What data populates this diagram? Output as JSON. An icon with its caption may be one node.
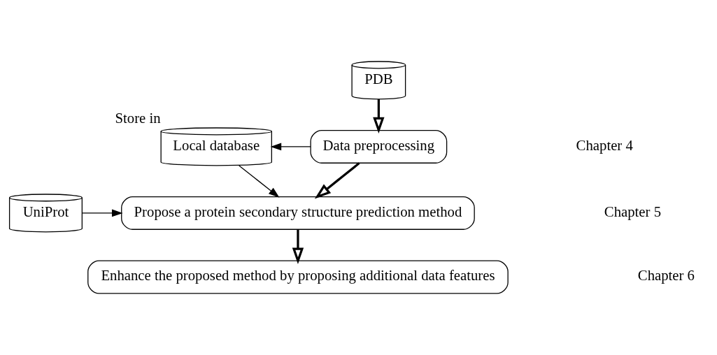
{
  "diagram": {
    "nodes": [
      {
        "text": [
          "PDB"
        ]
      },
      {
        "text": [
          "Local database"
        ],
        "beside": [
          "Store in"
        ]
      },
      {
        "text": [
          "Data preprocessing"
        ]
      },
      {
        "text": [
          "Propose a protein secondary structure prediction method"
        ]
      },
      {
        "text": [
          "UniProt"
        ]
      },
      {
        "text": [
          "Enhance the proposed method by proposing additional data features"
        ]
      }
    ],
    "edges": [
      {
        "from": 0,
        "to": 2,
        "arrow": "to",
        "style": "thick"
      },
      {
        "from": 2,
        "to": 1,
        "arrow": "to"
      },
      {
        "from": 2,
        "to": 3,
        "arrow": "to",
        "style": "thick"
      },
      {
        "from": 1,
        "to": 3,
        "arrow": "to"
      },
      {
        "from": 4,
        "to": 3,
        "arrow": "to"
      },
      {
        "from": 3,
        "to": 5,
        "arrow": "to",
        "style": "thick"
      }
    ],
    "labels": [
      "Chapter 4",
      "Chapter 5",
      "Chapter 6"
    ]
  }
}
